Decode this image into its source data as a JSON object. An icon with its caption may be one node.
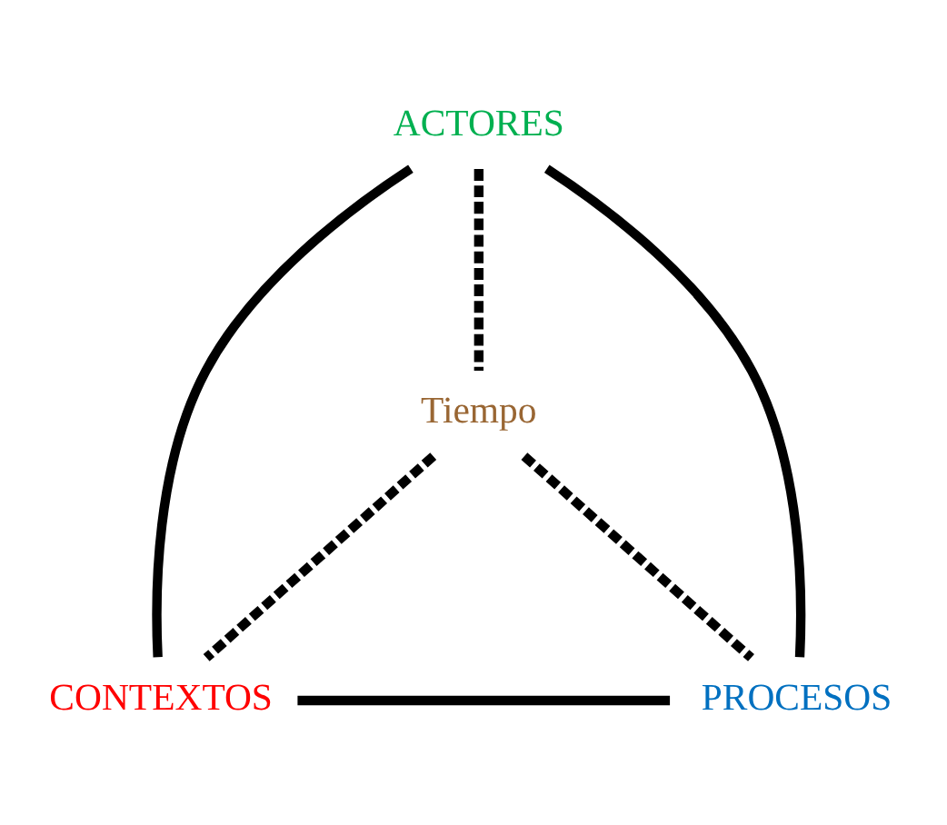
{
  "diagram": {
    "nodes": [
      {
        "text": [
          "ACTORES"
        ]
      },
      {
        "text": [
          "Tiempo"
        ]
      },
      {
        "text": [
          "CONTEXTOS"
        ]
      },
      {
        "text": [
          "PROCESOS"
        ]
      }
    ],
    "edges": [
      {
        "from": 0,
        "to": 2,
        "arrow": "none"
      },
      {
        "from": 0,
        "to": 3,
        "arrow": "none"
      },
      {
        "from": 2,
        "to": 3,
        "arrow": "none"
      },
      {
        "from": 0,
        "to": 1,
        "arrow": "none",
        "style": "dashed"
      },
      {
        "from": 1,
        "to": 2,
        "arrow": "none",
        "style": "dashed"
      },
      {
        "from": 1,
        "to": 3,
        "arrow": "none",
        "style": "dashed"
      }
    ]
  }
}
